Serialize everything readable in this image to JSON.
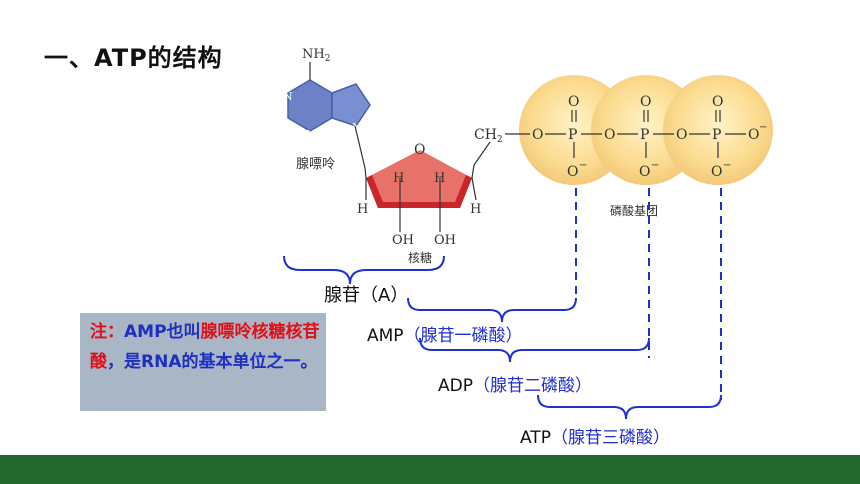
{
  "title": "一、ATP的结构",
  "molecule": {
    "nh2": "NH",
    "nh2_sub": "2",
    "n": "N",
    "adenine_label": "腺嘌呤",
    "ribose_o": "O",
    "h": "H",
    "oh": "OH",
    "ribose_label": "核糖",
    "ch2": "CH",
    "ch2_sub": "2",
    "p": "P",
    "o_minus": "O",
    "minus": "−",
    "dash": "—",
    "phosphate_label": "磷酸基团"
  },
  "brackets": {
    "adenosine": "腺苷（A）",
    "amp_name": "AMP",
    "amp_desc": "（腺苷一磷酸）",
    "adp_name": "ADP",
    "adp_desc": "（腺苷二磷酸）",
    "atp_name": "ATP",
    "atp_desc": "（腺苷三磷酸）"
  },
  "note": {
    "prefix": "注：",
    "part1": "AMP也叫",
    "part2": "腺嘌呤核糖核苷酸",
    "part3": "，是RNA的基本单位之一。"
  },
  "colors": {
    "adenine": "#6d82c6",
    "ribose": "#e8726a",
    "ribose_edge": "#c9262a",
    "phosphate": "#f9d98a",
    "dashed_blue": "#1f2fd0",
    "bracket_blue": "#1f2fd0",
    "note_bg": "#a9b6c6",
    "note_red": "#e0101a",
    "footer": "#23682f"
  }
}
